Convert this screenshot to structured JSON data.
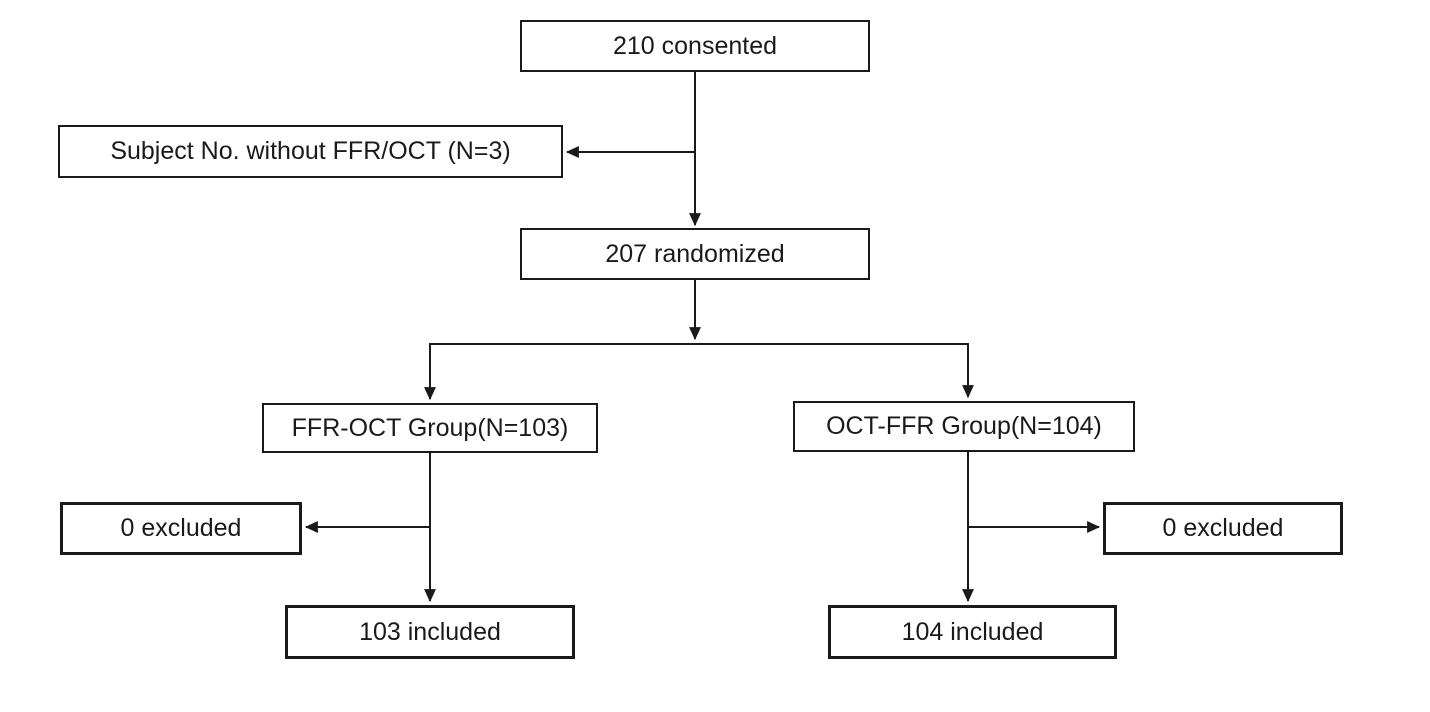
{
  "diagram": {
    "type": "flowchart",
    "nodes": {
      "consented": {
        "label": "210 consented"
      },
      "without_ffr_oct": {
        "label": "Subject No. without FFR/OCT (N=3)"
      },
      "randomized": {
        "label": "207 randomized"
      },
      "ffr_oct_group": {
        "label": "FFR-OCT Group(N=103)"
      },
      "oct_ffr_group": {
        "label": "OCT-FFR Group(N=104)"
      },
      "excluded_left": {
        "label": "0 excluded"
      },
      "excluded_right": {
        "label": "0 excluded"
      },
      "included_left": {
        "label": "103 included"
      },
      "included_right": {
        "label": "104 included"
      }
    },
    "colors": {
      "line": "#1a1a1a",
      "box_border": "#1a1a1a",
      "box_fill": "#ffffff",
      "text": "#1a1a1a",
      "background": "#ffffff"
    }
  }
}
